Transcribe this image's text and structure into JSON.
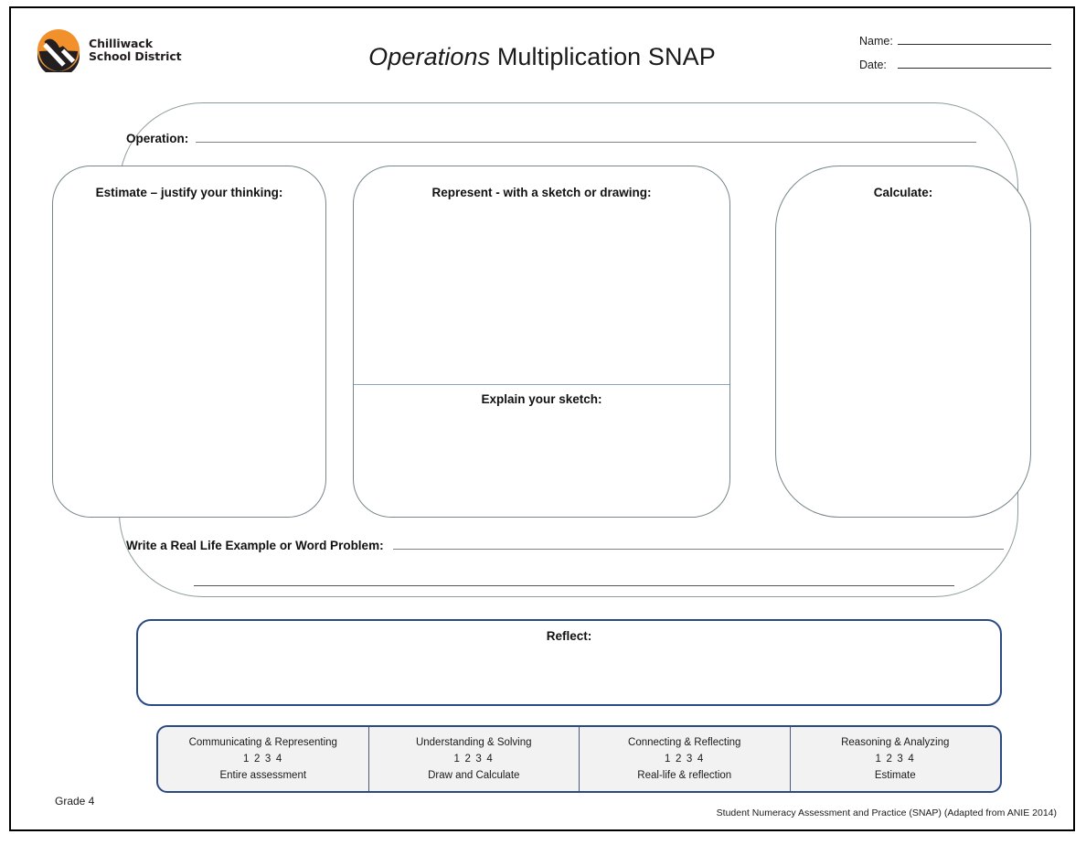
{
  "header": {
    "logo": {
      "icon": "chilliwack-mountain-logo",
      "line1": "Chilliwack",
      "line2": "School District",
      "orange": "#F2912C",
      "dark": "#231F20"
    },
    "title_italic": "Operations",
    "title_rest": " Multiplication SNAP",
    "name_label": "Name:",
    "date_label": "Date:",
    "name_value": "",
    "date_value": ""
  },
  "operation": {
    "label": "Operation:",
    "value": ""
  },
  "panels": {
    "estimate": {
      "title": "Estimate – justify your thinking:",
      "value": ""
    },
    "represent": {
      "title": "Represent - with a sketch or drawing:",
      "value": ""
    },
    "explain": {
      "title": "Explain your sketch:",
      "value": ""
    },
    "calculate": {
      "title": "Calculate:",
      "value": ""
    }
  },
  "real_life": {
    "label": "Write a Real Life Example or Word Problem:",
    "line1_value": "",
    "line2_value": ""
  },
  "reflect": {
    "title": "Reflect:",
    "value": ""
  },
  "rubric": {
    "cells": [
      {
        "title": "Communicating & Representing",
        "scale": "1 2 3 4",
        "desc": "Entire assessment"
      },
      {
        "title": "Understanding & Solving",
        "scale": "1 2 3 4",
        "desc": "Draw and Calculate"
      },
      {
        "title": "Connecting & Reflecting",
        "scale": "1 2 3 4",
        "desc": "Real-life & reflection"
      },
      {
        "title": "Reasoning & Analyzing",
        "scale": "1 2 3 4",
        "desc": "Estimate"
      }
    ],
    "border_color": "#2B4A82",
    "fill_color": "#F2F2F2"
  },
  "footer": {
    "grade": "Grade 4",
    "credit": "Student Numeracy Assessment and Practice (SNAP) (Adapted from ANIE 2014)"
  }
}
